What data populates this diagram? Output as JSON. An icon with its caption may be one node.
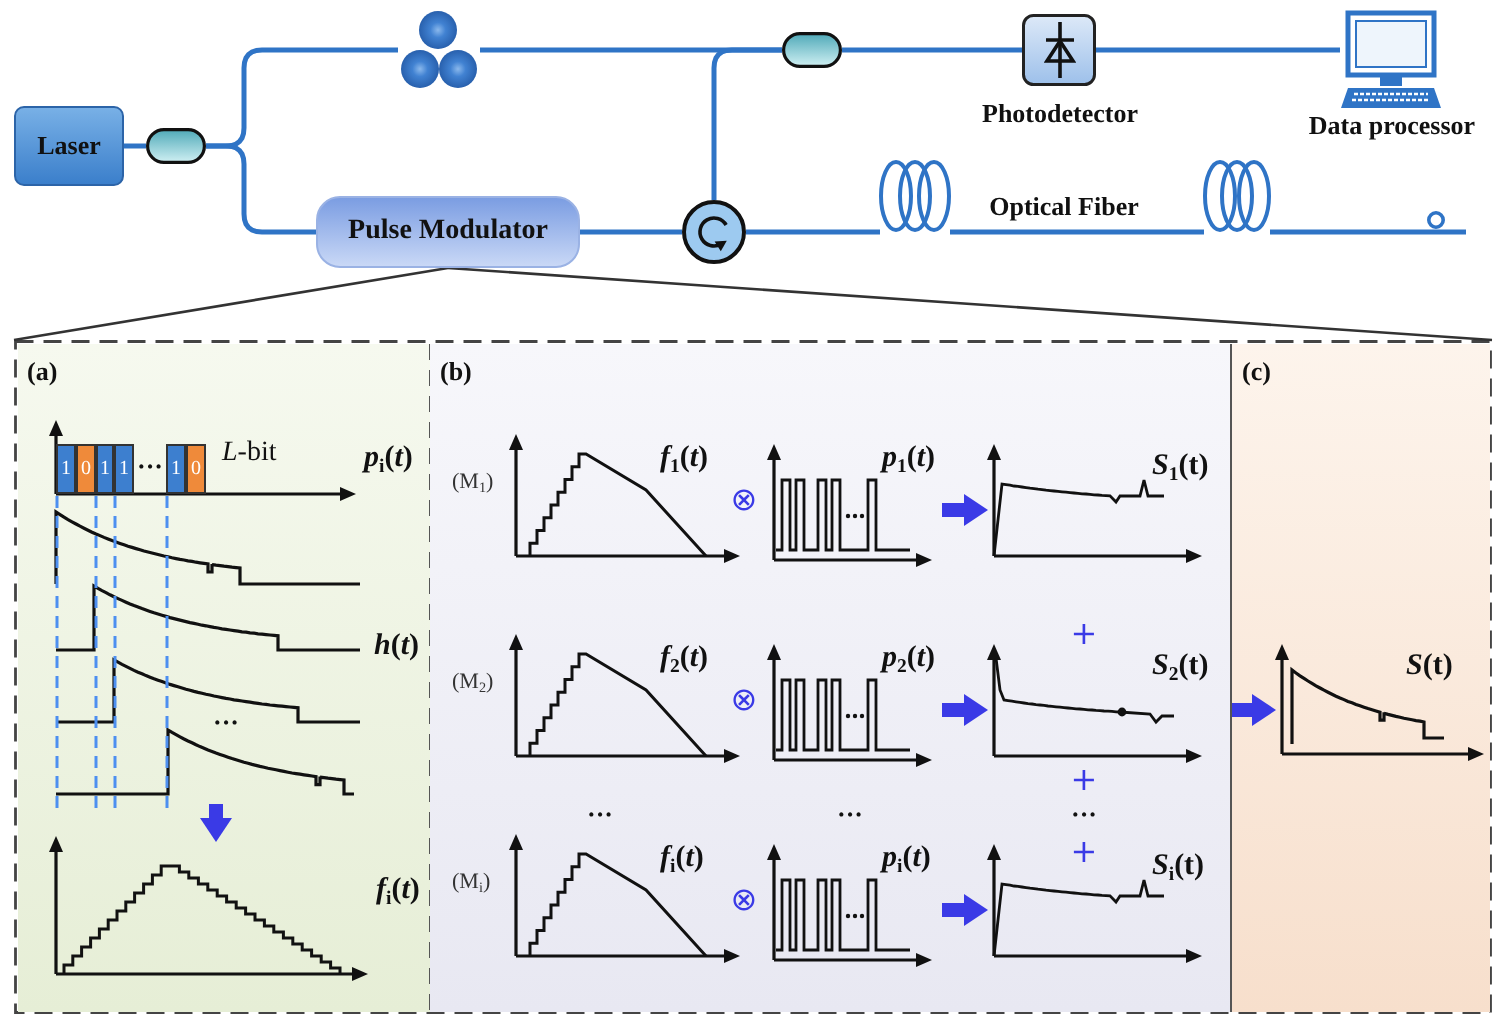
{
  "diagram": {
    "nodes": [
      {
        "text": [
          "Laser"
        ]
      },
      {
        "text": [],
        "shape": "capsule"
      },
      {
        "text": [],
        "shape": "picture"
      },
      {
        "text": [
          "Pulse Modulator"
        ]
      },
      {
        "text": [],
        "shape": "circle"
      },
      {
        "text": [],
        "shape": "capsule"
      },
      {
        "text": [],
        "shape": "box",
        "beside": [
          "Photodetector"
        ]
      },
      {
        "text": [],
        "shape": "picture",
        "beside": [
          "Data processor"
        ]
      },
      {
        "text": [],
        "shape": "coil"
      },
      {
        "text": [],
        "shape": "coil"
      },
      {
        "text": [],
        "shape": "box"
      },
      {
        "text": [
          "(a)"
        ],
        "in": 10
      },
      {
        "text": [
          "(b)"
        ],
        "in": 10
      },
      {
        "text": [
          "(c)"
        ],
        "in": 10
      },
      {
        "text": [
          "*L*-bit"
        ],
        "in": 11,
        "beside": [
          "*p*$_{i}$(*t*)"
        ]
      },
      {
        "text": [
          "1"
        ],
        "in": 14
      },
      {
        "text": [
          "0"
        ],
        "in": 14
      },
      {
        "text": [
          "1"
        ],
        "in": 14
      },
      {
        "text": [
          "1"
        ],
        "in": 14
      },
      {
        "text": [
          "1"
        ],
        "in": 14
      },
      {
        "text": [
          "0"
        ],
        "in": 14
      },
      {
        "text": [],
        "shape": "plot",
        "in": 11,
        "beside": [
          "*h*(*t*)"
        ]
      },
      {
        "text": [],
        "shape": "plot",
        "in": 11,
        "beside": [
          "*f*$_{i}$(*t*)"
        ]
      },
      {
        "text": [
          "*f*$_{1}$(*t*)"
        ],
        "in": 12,
        "beside": [
          "(M$_{1}$)"
        ]
      },
      {
        "text": [
          "*p*$_{1}$(*t*)"
        ],
        "in": 12
      },
      {
        "text": [
          "*S*$_{1}$(t)"
        ],
        "in": 12
      },
      {
        "text": [
          "*f*$_{2}$(*t*)"
        ],
        "in": 12,
        "beside": [
          "(M$_{2}$)"
        ]
      },
      {
        "text": [
          "*p*$_{2}$(*t*)"
        ],
        "in": 12
      },
      {
        "text": [
          "*S*$_{2}$(t)"
        ],
        "in": 12
      },
      {
        "text": [
          "*f*$_{i}$(*t*)"
        ],
        "in": 12,
        "beside": [
          "(M$_{i}$)"
        ]
      },
      {
        "text": [
          "*p*$_{i}$(*t*)"
        ],
        "in": 12
      },
      {
        "text": [
          "*S*$_{i}$(t)"
        ],
        "in": 12
      },
      {
        "text": [
          "*S*(t)"
        ],
        "in": 13
      }
    ],
    "edges": [
      {
        "from": 0,
        "to": 1,
        "arrow": "none"
      },
      {
        "from": 1,
        "to": 2,
        "arrow": "none"
      },
      {
        "from": 2,
        "to": 5,
        "arrow": "none"
      },
      {
        "from": 1,
        "to": 3,
        "arrow": "none"
      },
      {
        "from": 3,
        "to": 4,
        "arrow": "none"
      },
      {
        "from": 4,
        "to": 5,
        "arrow": "none"
      },
      {
        "from": 5,
        "to": 6,
        "arrow": "none"
      },
      {
        "from": 6,
        "to": 7,
        "arrow": "none"
      },
      {
        "from": 4,
        "to": 8,
        "arrow": "none"
      },
      {
        "from": 8,
        "to": 9,
        "arrow": "none"
      },
      {
        "from": 9,
        "to": null,
        "arrow": "none"
      },
      {
        "from": 3,
        "to": 10,
        "arrow": "none",
        "color": "#333333"
      },
      {
        "from": 3,
        "to": 10,
        "arrow": "none",
        "color": "#333333"
      },
      {
        "from": 21,
        "to": 22,
        "arrow": "to",
        "style": "thick",
        "color": "#3a3ae6"
      },
      {
        "from": 24,
        "to": 25,
        "arrow": "to",
        "style": "thick",
        "color": "#3a3ae6"
      },
      {
        "from": 27,
        "to": 28,
        "arrow": "to",
        "style": "thick",
        "color": "#3a3ae6"
      },
      {
        "from": 30,
        "to": 31,
        "arrow": "to",
        "style": "thick",
        "color": "#3a3ae6"
      },
      {
        "from": 12,
        "to": 32,
        "arrow": "to",
        "style": "thick",
        "color": "#3a3ae6"
      }
    ],
    "labels": [
      "Optical Fiber",
      "···",
      "···",
      "⊗",
      "+",
      "⊗",
      "+",
      "···",
      "···",
      "···",
      "+",
      "⊗"
    ]
  }
}
